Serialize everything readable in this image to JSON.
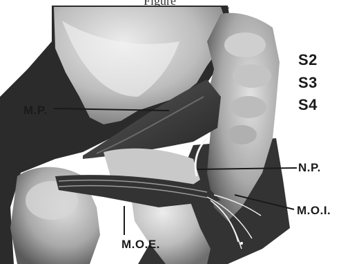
{
  "figure": {
    "header_fragment": "Figure",
    "labels": {
      "s2": "S2",
      "s3": "S3",
      "s4": "S4",
      "mp": "M.P.",
      "np": "N.P.",
      "moi": "M.O.I.",
      "moe": "M.O.E."
    }
  },
  "colors": {
    "background": "#ffffff",
    "ink": "#1a1a1a",
    "bone_light": "#d9d9d9",
    "bone_mid": "#a8a8a8",
    "muscle_dark": "#3a3a3a",
    "nerve": "#f5f5f5"
  }
}
